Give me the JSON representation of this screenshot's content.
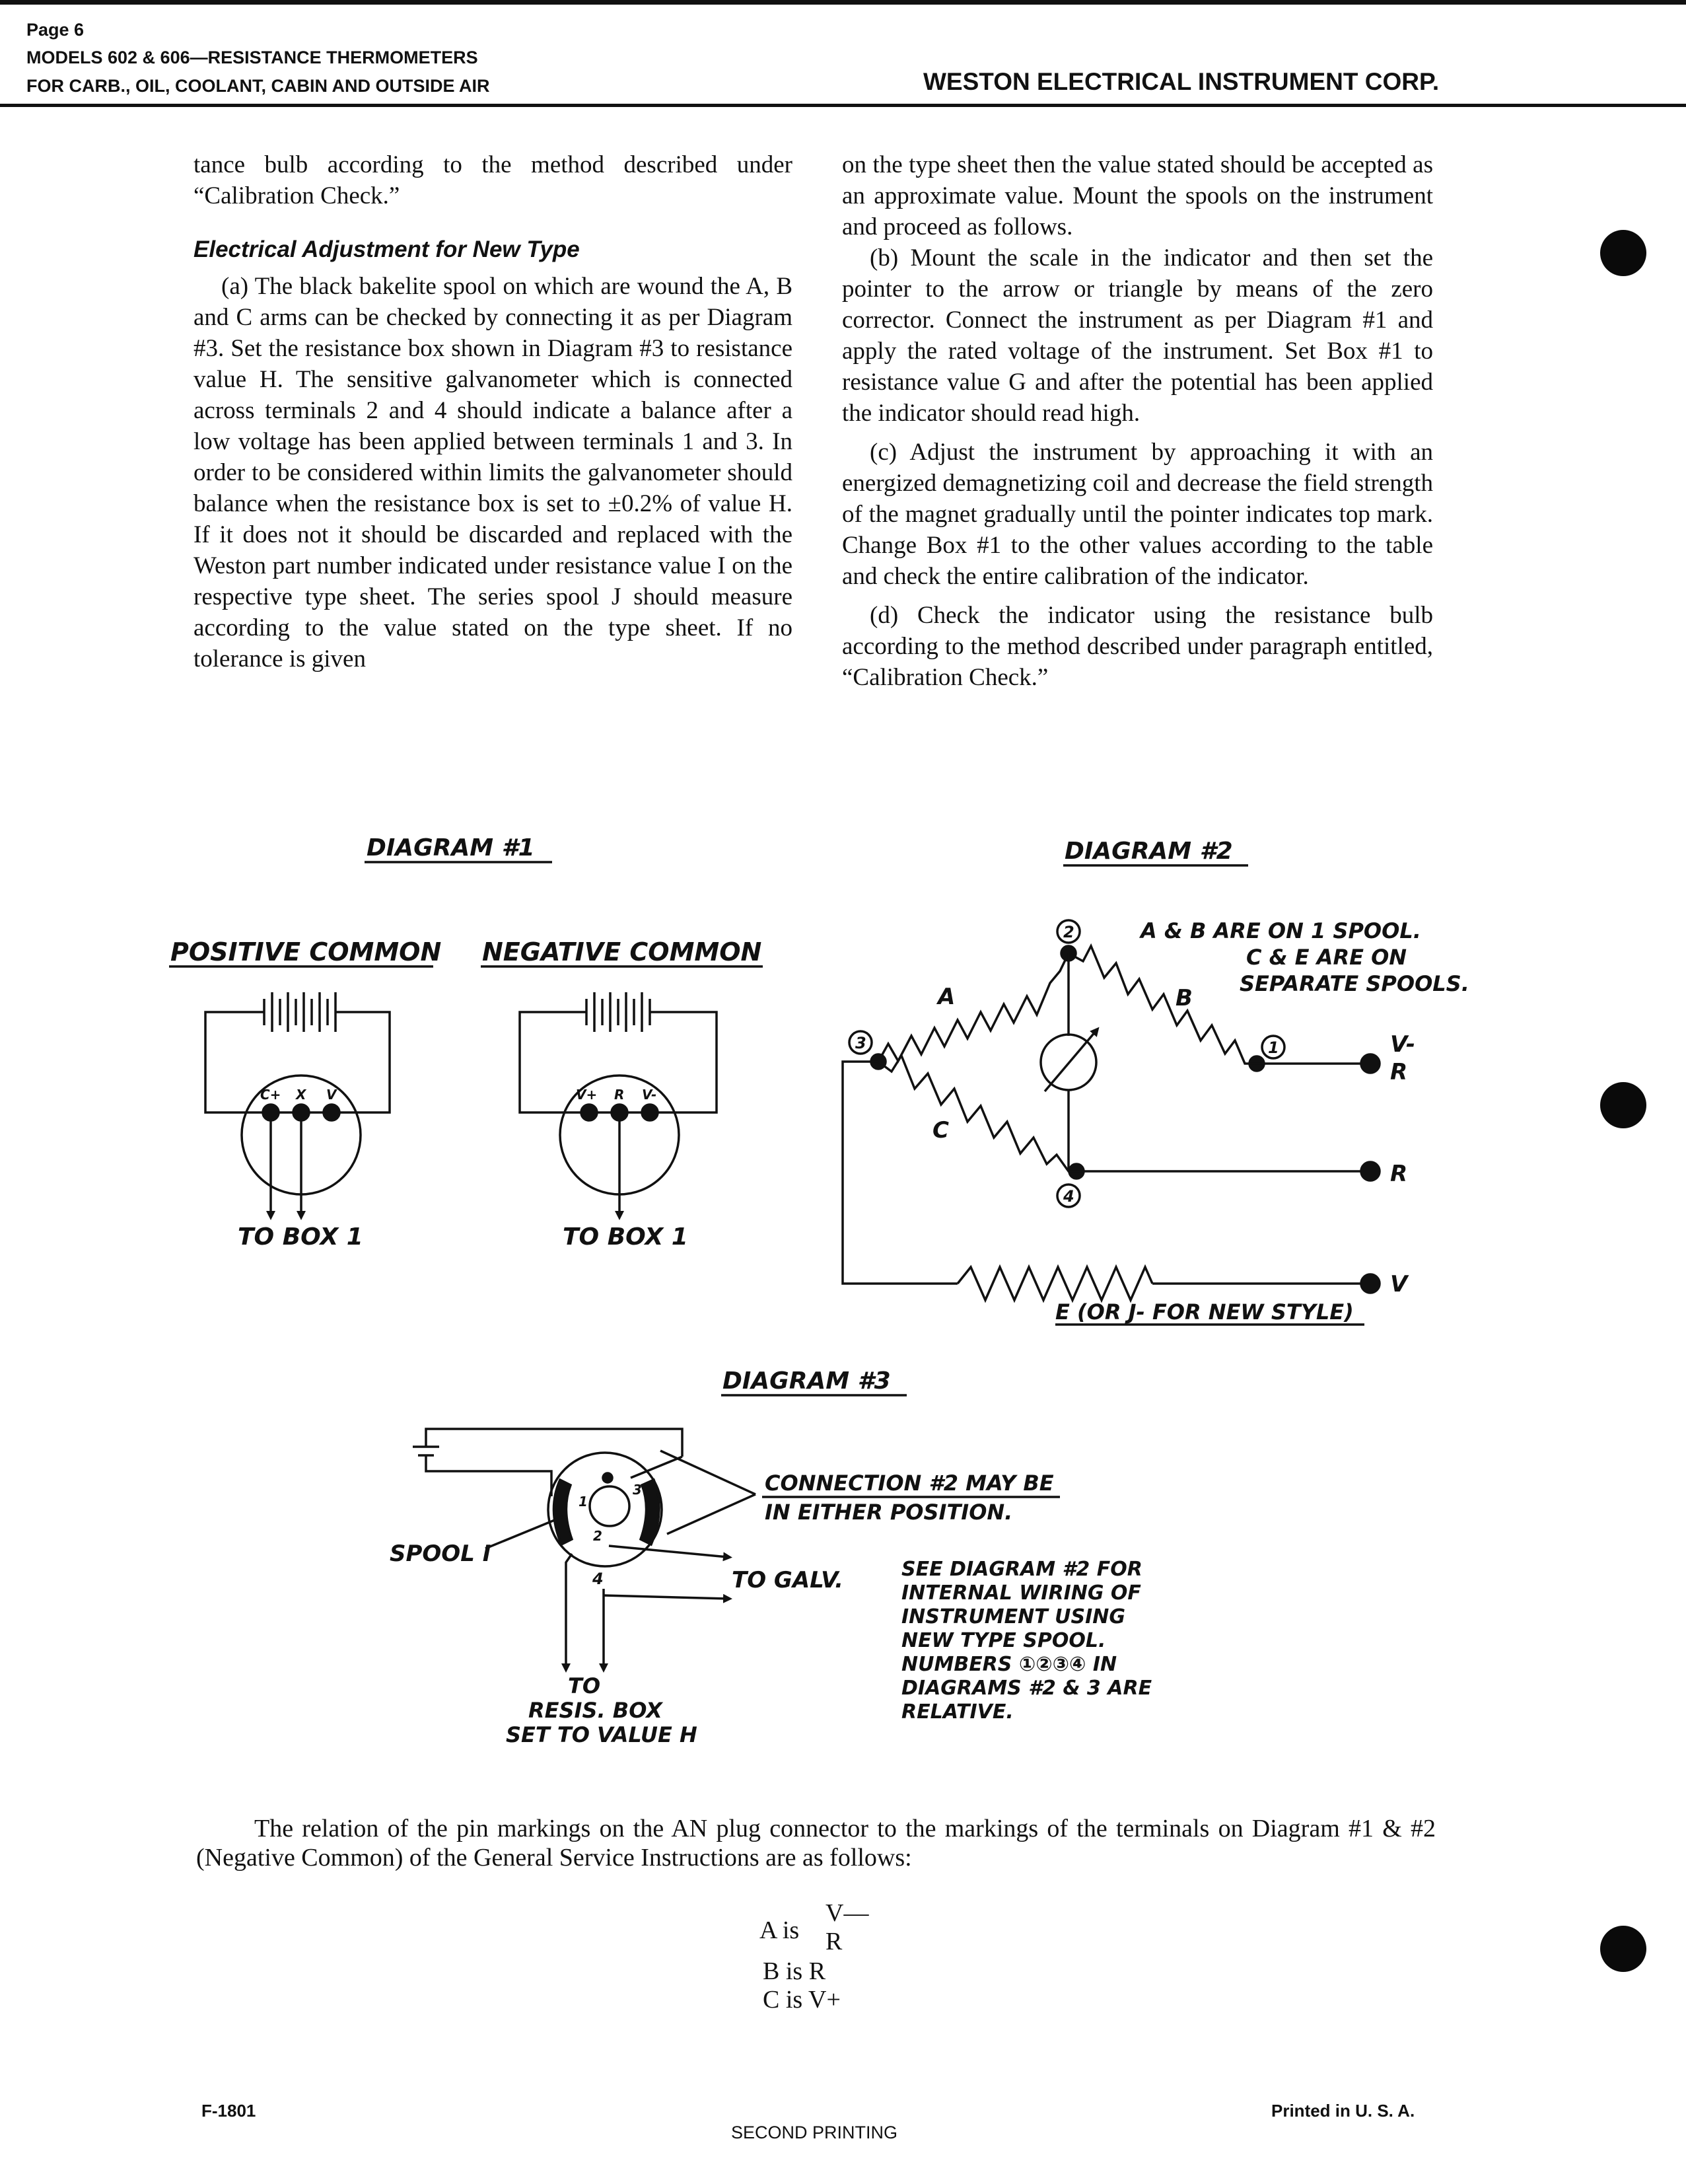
{
  "header": {
    "page_label": "Page 6",
    "line1": "MODELS 602 & 606—RESISTANCE THERMOMETERS",
    "line2": "FOR CARB., OIL, COOLANT, CABIN AND OUTSIDE AIR",
    "company": "WESTON ELECTRICAL INSTRUMENT CORP."
  },
  "left_column": {
    "para_continued": "tance bulb according to the method described under “Calibration Check.”",
    "heading": "Electrical Adjustment for New Type",
    "para_a": "(a) The black bakelite spool on which are wound the A, B and C arms can be checked by connecting it as per Diagram #3. Set the resistance box shown in Diagram #3 to resistance value H. The sensitive galvanometer which is connected across terminals 2 and 4 should indicate a balance after a low voltage has been applied between terminals 1 and 3. In order to be considered within limits the galvanometer should balance when the resistance box is set to ±0.2% of value H. If it does not it should be discarded and replaced with the Weston part number indicated under resistance value I on the respective type sheet. The series spool J should measure according to the value stated on the type sheet. If no tolerance is given"
  },
  "right_column": {
    "para_continued": "on the type sheet then the value stated should be accepted as an approximate value. Mount the spools on the instrument and proceed as follows.",
    "para_b": "(b) Mount the scale in the indicator and then set the pointer to the arrow or triangle by means of the zero corrector. Connect the instrument as per Diagram #1 and apply the rated voltage of the instrument. Set Box #1 to resistance value G and after the potential has been applied the indicator should read high.",
    "para_c": "(c) Adjust the instrument by approaching it with an energized demagnetizing coil and decrease the field strength of the magnet gradually until the pointer indicates top mark. Change Box #1 to the other values according to the table and check the entire calibration of the indicator.",
    "para_d": "(d) Check the indicator using the resistance bulb according to the method described under paragraph entitled, “Calibration Check.”"
  },
  "diagram1": {
    "title": "DIAGRAM #1",
    "positive_label": "POSITIVE COMMON",
    "negative_label": "NEGATIVE COMMON",
    "pos_pins": [
      "C+",
      "X",
      "V"
    ],
    "neg_pins": [
      "V+",
      "R",
      "V-"
    ],
    "pos_to_box": "TO BOX 1",
    "neg_to_box": "TO BOX 1"
  },
  "diagram2": {
    "title": "DIAGRAM #2",
    "note_line1": "A & B ARE ON 1 SPOOL.",
    "note_line2": "C & E ARE ON",
    "note_line3": "SEPARATE SPOOLS.",
    "node2": "2",
    "node3": "3",
    "node1": "1",
    "node4": "4",
    "arm_a": "A",
    "arm_b": "B",
    "arm_c": "C",
    "term_vminus": "V-",
    "term_vminus_r": "R",
    "term_r": "R",
    "term_v": "V",
    "e_label": "E (OR J- FOR NEW STYLE)"
  },
  "diagram3": {
    "title": "DIAGRAM #3",
    "connection_line1": "CONNECTION #2 MAY BE",
    "connection_line2": "IN EITHER POSITION.",
    "spool": "SPOOL I",
    "to_galv": "TO GALV.",
    "pin1": "1",
    "pin2": "2",
    "pin3": "3",
    "pin4": "4",
    "to_line1": "TO",
    "to_line2": "RESIS. BOX",
    "to_line3": "SET TO VALUE H",
    "see_lines": [
      "SEE DIAGRAM #2 FOR",
      "INTERNAL WIRING OF",
      "INSTRUMENT USING",
      "NEW TYPE SPOOL.",
      "NUMBERS ①②③④ IN",
      "DIAGRAMS #2 & 3 ARE",
      "RELATIVE."
    ]
  },
  "relation_text": "The relation of the pin markings on the AN plug connector to the markings of the terminals on Diagram #1 & #2 (Negative Common) of the General Service Instructions are as follows:",
  "pin_map": {
    "a_prefix": "A is",
    "a_top": "V—",
    "a_bottom": "R",
    "b": "B is R",
    "c": "C is V+"
  },
  "footer": {
    "left": "F-1801",
    "center": "SECOND PRINTING",
    "right": "Printed in U. S. A."
  }
}
